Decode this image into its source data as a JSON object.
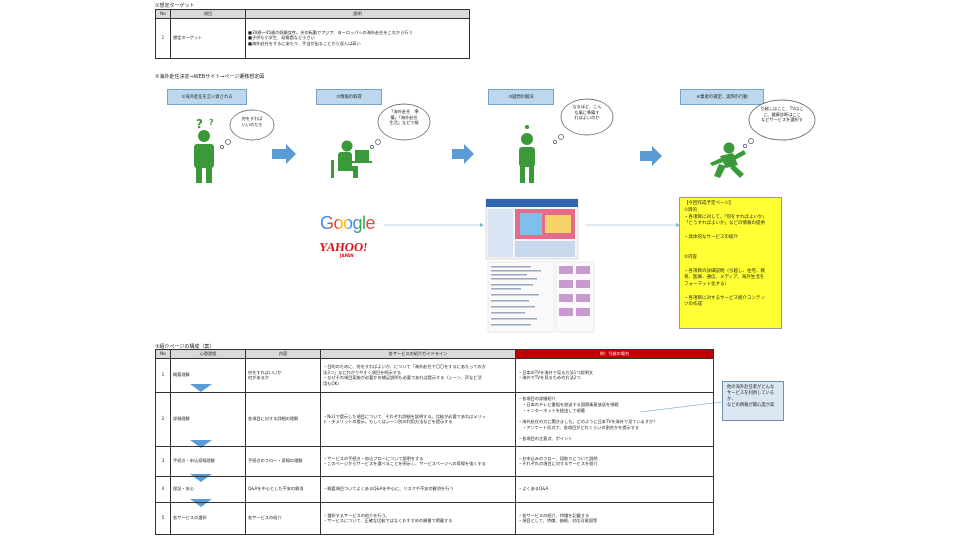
{
  "section1": {
    "title": "①想定ターゲット",
    "headers": {
      "no": "No",
      "item": "項目",
      "desc": "説明"
    },
    "row": {
      "no": "1",
      "item": "想定ターゲット",
      "desc": "■30歳～45歳の既婚女性。夫の転勤でアジア、ヨーロッパへの海外赴任をこれから行う\n■子供も小学生、幼稚園など小さい\n■海外赴任をするにあたり、手当が出ることから収入は高い"
    }
  },
  "section2": {
    "title": "②海外赴任決定⇒WEBサイト⇒ページ遷移想定図",
    "stages": [
      {
        "label": "①海外赴任を言い渡される",
        "thought": "何をすれば\nいいのだろ"
      },
      {
        "label": "②情報の取得",
        "thought": "「海外赴任　準\n備」「海外赴任\n生活」などで検"
      },
      {
        "label": "③疑問の解決",
        "thought": "なるほど、こん\nな事に準備す\nればよいのか"
      },
      {
        "label": "④業者の選定、実際の行動",
        "thought": "引越しはここ、TVはこ\nこ、健康診断はここ\nなどサービスを選択す"
      }
    ],
    "logos": {
      "google": "Google",
      "yahoo": "YAHOO!",
      "yahoo_sub": "JAPAN"
    },
    "plan": {
      "title": "【今回作成予定ページ】",
      "body": "①目的\n・各項目に対して、「何をすればよいか」\n「どうすればよいか」などの情報の提供\n\n・具体的なサービスの紹介\n\n\n②内容\n\n・各項目の詳細説明（引越し、住宅、教\n育、医療、通信、メディア、海外生活を\nフォーマット化する）\n\n・各項目に対するサービス紹介コンテン\nツの作成"
    }
  },
  "section3": {
    "title": "③紹介ページの構成（案）",
    "headers": {
      "no": "No",
      "psych": "心理過程",
      "content": "内容",
      "guide": "各サービスの紹介ガイドライン",
      "example": "例）引越の場合"
    },
    "rows": [
      {
        "no": "1",
        "psych": "概要理解",
        "content": "何をすればいいか\n何があるか",
        "guide": "・目的のために、何をすればよいか、について「海外赴任で〇〇をするにあたっての方\n法3つ」などわかりやすく項目を明示する\n・なぜその項目実施が必要かの補足説明も必要であれば提示する（シーン、声など活\n用もOK）",
        "example": "・日本のTVを海外で見る方法1つ説明文\n・海外でTVを見るための方法2つ"
      },
      {
        "no": "2",
        "psych": "詳細理解",
        "content": "各項目に対する詳細の理解",
        "guide": "・No1で提示した項目について、それぞれ詳細を説明する。比較が必要であればメリッ\nト・デメリットの提示。もしくはシーン別の利用方法などを提示する",
        "example": "・各項目の詳細紹介\n　・日本のテレビ番組を放送する国際衛星放送を視聴\n　・インターネットを経由して視聴\n\n・海外赴任の方に聞きました。どのように日本TVを海外で見ていますか？\n　・アンケート形式で、各項目がどれくらいの割合かを提示する\n\n・各項目の注意点、ポイント"
      },
      {
        "no": "3",
        "psych": "手続き・申込導線理解",
        "content": "手続きのフロー・導線の理解",
        "guide": "・サービスの手続き・申込フローについて説明をする\n・このページからサービスを選べることを明示し、サービスページへの導線を強くする",
        "example": "・お申込みのフロー、段取りについて説明\n・それぞれの項目に対するサービスを紹介"
      },
      {
        "no": "4",
        "psych": "保証・安心",
        "content": "Q&Aを中心とした不安の解消",
        "guide": "・概要項目ついてよくあるQ&Aを中心に、リスクや不安の解消を行う",
        "example": "・よくあるQ&A"
      },
      {
        "no": "5",
        "psych": "各サービスの選択",
        "content": "各サービスの紹介",
        "guide": "・選択するサービスの紹介を行う。\n・サービスについて、正確な比較ではなくおすすめの順番で掲載する",
        "example": "・各サービスの紹介、特徴を記載する\n・項目として、特徴、価格、対応可能国等"
      }
    ],
    "callout": "他の海外赴任者がどんな\nサービスを利用しているか、\nなどの情報が関心度が高"
  },
  "colors": {
    "stage_fill": "#bdd7ee",
    "arrow": "#5b9bd5",
    "figure": "#3a9a3a",
    "plan_fill": "#ffff33",
    "red_header": "#c00000"
  }
}
